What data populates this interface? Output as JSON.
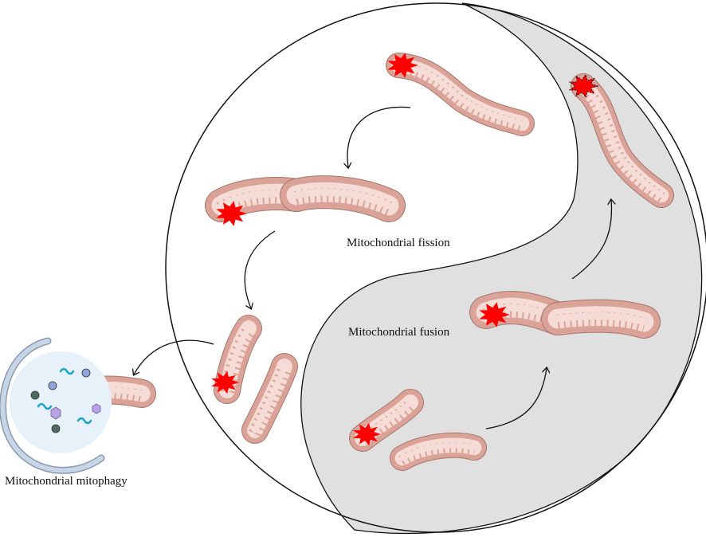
{
  "labels": {
    "fission": "Mitochondrial fission",
    "fusion": "Mitochondrial fusion",
    "mitophagy": "Mitochondrial mitophagy"
  },
  "colors": {
    "outer_membrane": "#dba397",
    "outer_stroke": "#a4766b",
    "matrix": "#f6dcd6",
    "damage": "#ff0000",
    "shaded_half": "#e0e0e0",
    "phagophore": "#c7d6e6",
    "lysosome_fill": "#e6f1fa",
    "cargo_teal": "#1aa3c9",
    "cargo_blue": "#8fa6dc",
    "cargo_gray": "#4e6b62",
    "cargo_purple": "#b9a2e6"
  }
}
